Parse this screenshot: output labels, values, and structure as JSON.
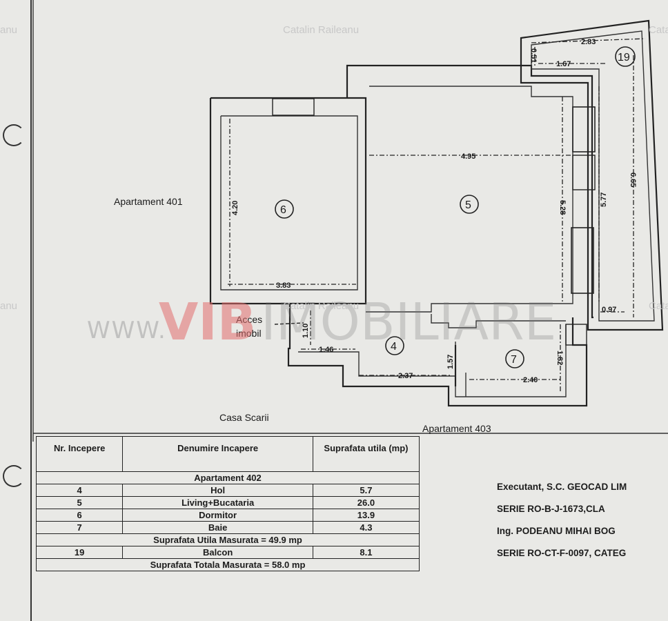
{
  "watermarks": {
    "author": "Catalin Raileanu",
    "edge_fragment_left": "anu",
    "edge_fragment_right": "Cata"
  },
  "branding": {
    "www": "WWW.",
    "brand_red": "VIB",
    "brand_gray": "IMOBILIARE"
  },
  "plan": {
    "neighbors": {
      "left": "Apartament 401",
      "bottom_right": "Apartament 403",
      "stairs": "Casa Scarii"
    },
    "access_label_1": "Acces",
    "access_label_2": "imobil",
    "rooms": [
      "6",
      "5",
      "4",
      "7",
      "19"
    ],
    "dimensions": {
      "d_283": "2.83",
      "d_051": "0.51",
      "d_167": "1.67",
      "d_495": "4.95",
      "d_420": "4.20",
      "d_528": "5.28",
      "d_577": "5.77",
      "d_665": "6.65",
      "d_383": "3.83",
      "d_097": "0.97",
      "d_110": "1.10",
      "d_146": "1.46",
      "d_157": "1.57",
      "d_182": "1.82",
      "d_237": "2.37",
      "d_240": "2.40"
    }
  },
  "table": {
    "headers": {
      "nr": "Nr. Incepere",
      "name": "Denumire Incapere",
      "area": "Suprafata utila (mp)"
    },
    "apartment": "Apartament 402",
    "rows": [
      {
        "nr": "4",
        "name": "Hol",
        "area": "5.7"
      },
      {
        "nr": "5",
        "name": "Living+Bucataria",
        "area": "26.0"
      },
      {
        "nr": "6",
        "name": "Dormitor",
        "area": "13.9"
      },
      {
        "nr": "7",
        "name": "Baie",
        "area": "4.3"
      }
    ],
    "subtotal": "Suprafata Utila Masurata = 49.9 mp",
    "balcony": {
      "nr": "19",
      "name": "Balcon",
      "area": "8.1"
    },
    "total": "Suprafata Totala Masurata = 58.0 mp"
  },
  "executant": {
    "line1": "Executant, S.C. GEOCAD LIM",
    "line2": "SERIE RO-B-J-1673,CLA",
    "line3": "Ing. PODEANU MIHAI BOG",
    "line4": "SERIE RO-CT-F-0097, CATEG"
  }
}
